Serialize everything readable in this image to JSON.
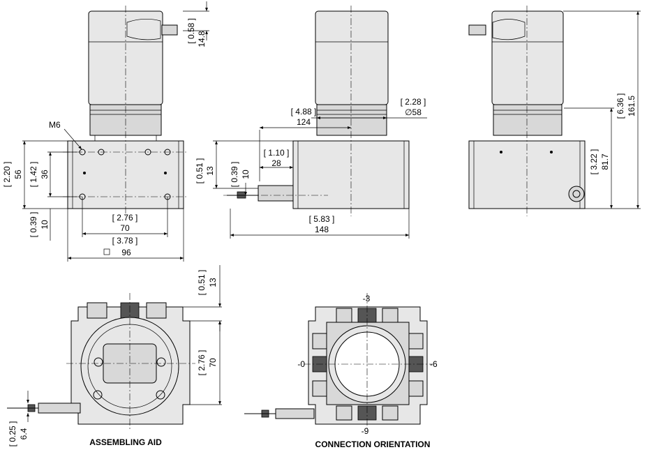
{
  "front_view": {
    "thread": "M6",
    "dim_head_in": "[ 0.58 ]",
    "dim_head_mm": "14.8",
    "dim_height_in": "[ 2.20 ]",
    "dim_height_mm": "56",
    "dim_holes_in": "[ 1.42 ]",
    "dim_holes_mm": "36",
    "dim_offset_in": "[ 0.39 ]",
    "dim_offset_mm": "10",
    "dim_hole_span_in": "[ 2.76 ]",
    "dim_hole_span_mm": "70",
    "dim_width_in": "[ 3.78 ]",
    "dim_width_mm": "96"
  },
  "side_view": {
    "dim_depth_in": "[ 4.88 ]",
    "dim_depth_mm": "124",
    "dim_diameter_in": "[ 2.28 ]",
    "dim_diameter_mm": "∅58",
    "dim_exit_offset_in": "[ 1.10 ]",
    "dim_exit_offset_mm": "28",
    "dim_top_in": "[ 0.51 ]",
    "dim_top_mm": "13",
    "dim_wire_height_in": "[ 0.39 ]",
    "dim_wire_height_mm": "10",
    "dim_length_in": "[ 5.83 ]",
    "dim_length_mm": "148"
  },
  "rear_view": {
    "dim_total_height_in": "[ 6.36 ]",
    "dim_total_height_mm": "161.5",
    "dim_axis_height_in": "[ 3.22 ]",
    "dim_axis_height_mm": "81.7"
  },
  "assembling_aid": {
    "caption": "ASSEMBLING AID",
    "dim_top_in": "[ 0.51 ]",
    "dim_top_mm": "13",
    "dim_span_in": "[ 2.76 ]",
    "dim_span_mm": "70",
    "dim_wire_in": "[ 0.25 ]",
    "dim_wire_mm": "6.4"
  },
  "connection_orientation": {
    "caption": "CONNECTION ORIENTATION",
    "top": "-3",
    "left": "-0",
    "right": "-6",
    "bottom": "-9"
  },
  "colors": {
    "line": "#000000",
    "body_fill": "#e7e7e7",
    "body_fill_dark": "#d8d8d8",
    "connector_fill": "#555555",
    "background": "#ffffff"
  }
}
